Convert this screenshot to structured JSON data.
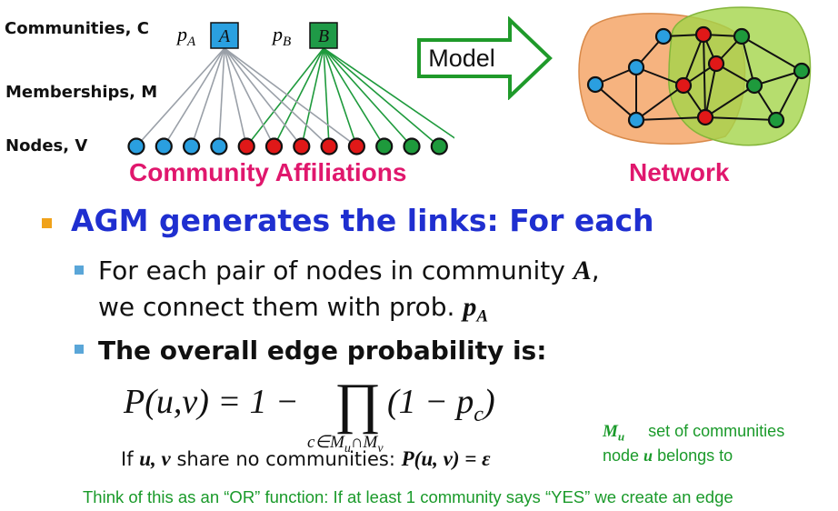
{
  "left_diagram": {
    "row_labels": {
      "communities": "Communities, C",
      "memberships": "Memberships, M",
      "nodes": "Nodes, V"
    },
    "community_a": {
      "prob_base": "p",
      "prob_sub": "A",
      "box_label": "A",
      "color": "#2aa0e0"
    },
    "community_b": {
      "prob_base": "p",
      "prob_sub": "B",
      "box_label": "B",
      "color": "#1f9a47"
    },
    "node_colors": [
      "blue",
      "blue",
      "blue",
      "blue",
      "red",
      "red",
      "red",
      "red",
      "red",
      "green",
      "green",
      "green",
      "green"
    ],
    "caption": "Community Affiliations"
  },
  "arrow": {
    "label": "Model"
  },
  "network": {
    "caption": "Network",
    "region_a_color": "#f2a366",
    "region_b_color": "#a6d64c"
  },
  "main_bullet": "AGM generates the links: For each",
  "sub_bullet_1": {
    "line1_text": "For each pair of nodes in community ",
    "line1_var": "A",
    "line1_end": ",",
    "line2_text": "we connect them with prob. ",
    "line2_var": "p",
    "line2_sub": "A"
  },
  "sub_bullet_2": "The overall edge probability is:",
  "formula": {
    "lhs": "P(u,v) = 1 −",
    "product": "∏",
    "term": "(1 − p",
    "term_sub": "c",
    "term_close": ")",
    "under": "c∈M",
    "under_u": "u",
    "under_cap": "∩M",
    "under_v": "v"
  },
  "no_share": {
    "prefix": "If ",
    "vars": "u, v",
    "middle": " share no communities: ",
    "result": "P(u, v) = ε"
  },
  "legend_note": {
    "symbol": "M",
    "symbol_sub": "u",
    "text_line1": "set of communities",
    "text_line2_prefix": "node ",
    "text_line2_var": "u",
    "text_line2_suffix": " belongs to"
  },
  "footer": "Think of this as an “OR” function: If at least 1 community says “YES” we create an edge",
  "colors": {
    "bullet": "#f0a21a",
    "sub_bullet": "#5aa6d8",
    "heading": "#1f2fd0",
    "caption": "#e0176d",
    "note": "#1a9a2a"
  }
}
